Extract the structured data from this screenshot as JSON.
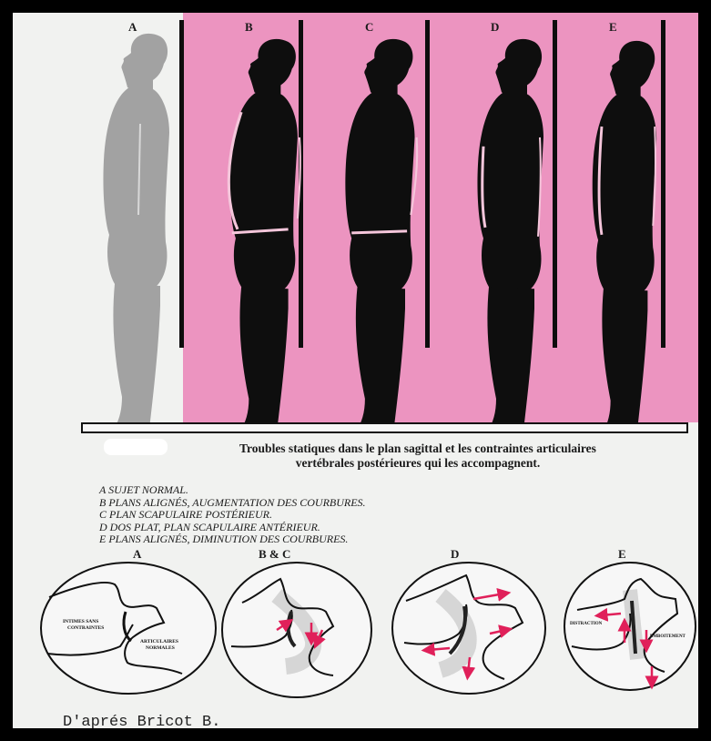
{
  "figure_labels": [
    "A",
    "B",
    "C",
    "D",
    "E"
  ],
  "caption": {
    "line1": "Troubles statiques dans le plan sagittal et les contraintes articulaires",
    "line2": "vertébrales postérieures qui les accompagnent."
  },
  "legend": [
    "A SUJET NORMAL.",
    "B PLANS ALIGNÉS, AUGMENTATION DES COURBURES.",
    "C PLAN SCAPULAIRE POSTÉRIEUR.",
    "D DOS PLAT, PLAN SCAPULAIRE ANTÉRIEUR.",
    "E PLANS ALIGNÉS, DIMINUTION DES COURBURES."
  ],
  "detail_labels": [
    "A",
    "B & C",
    "D",
    "E"
  ],
  "detail_a_annotations": {
    "left_line1": "INTIMES SANS",
    "left_line2": "CONTRAINTES",
    "right_line1": "ARTICULAIRES",
    "right_line2": "NORMALES"
  },
  "detail_e_annotations": {
    "left": "DISTRACTION",
    "right": "EMBOITEMENT"
  },
  "credit": "D'aprés Bricot B.",
  "colors": {
    "pink_background": "#ec94c0",
    "silhouette_normal": "#a2a2a2",
    "silhouette": "#0e0e0e",
    "arrow": "#e0205a",
    "page_background": "#f1f2f0"
  }
}
